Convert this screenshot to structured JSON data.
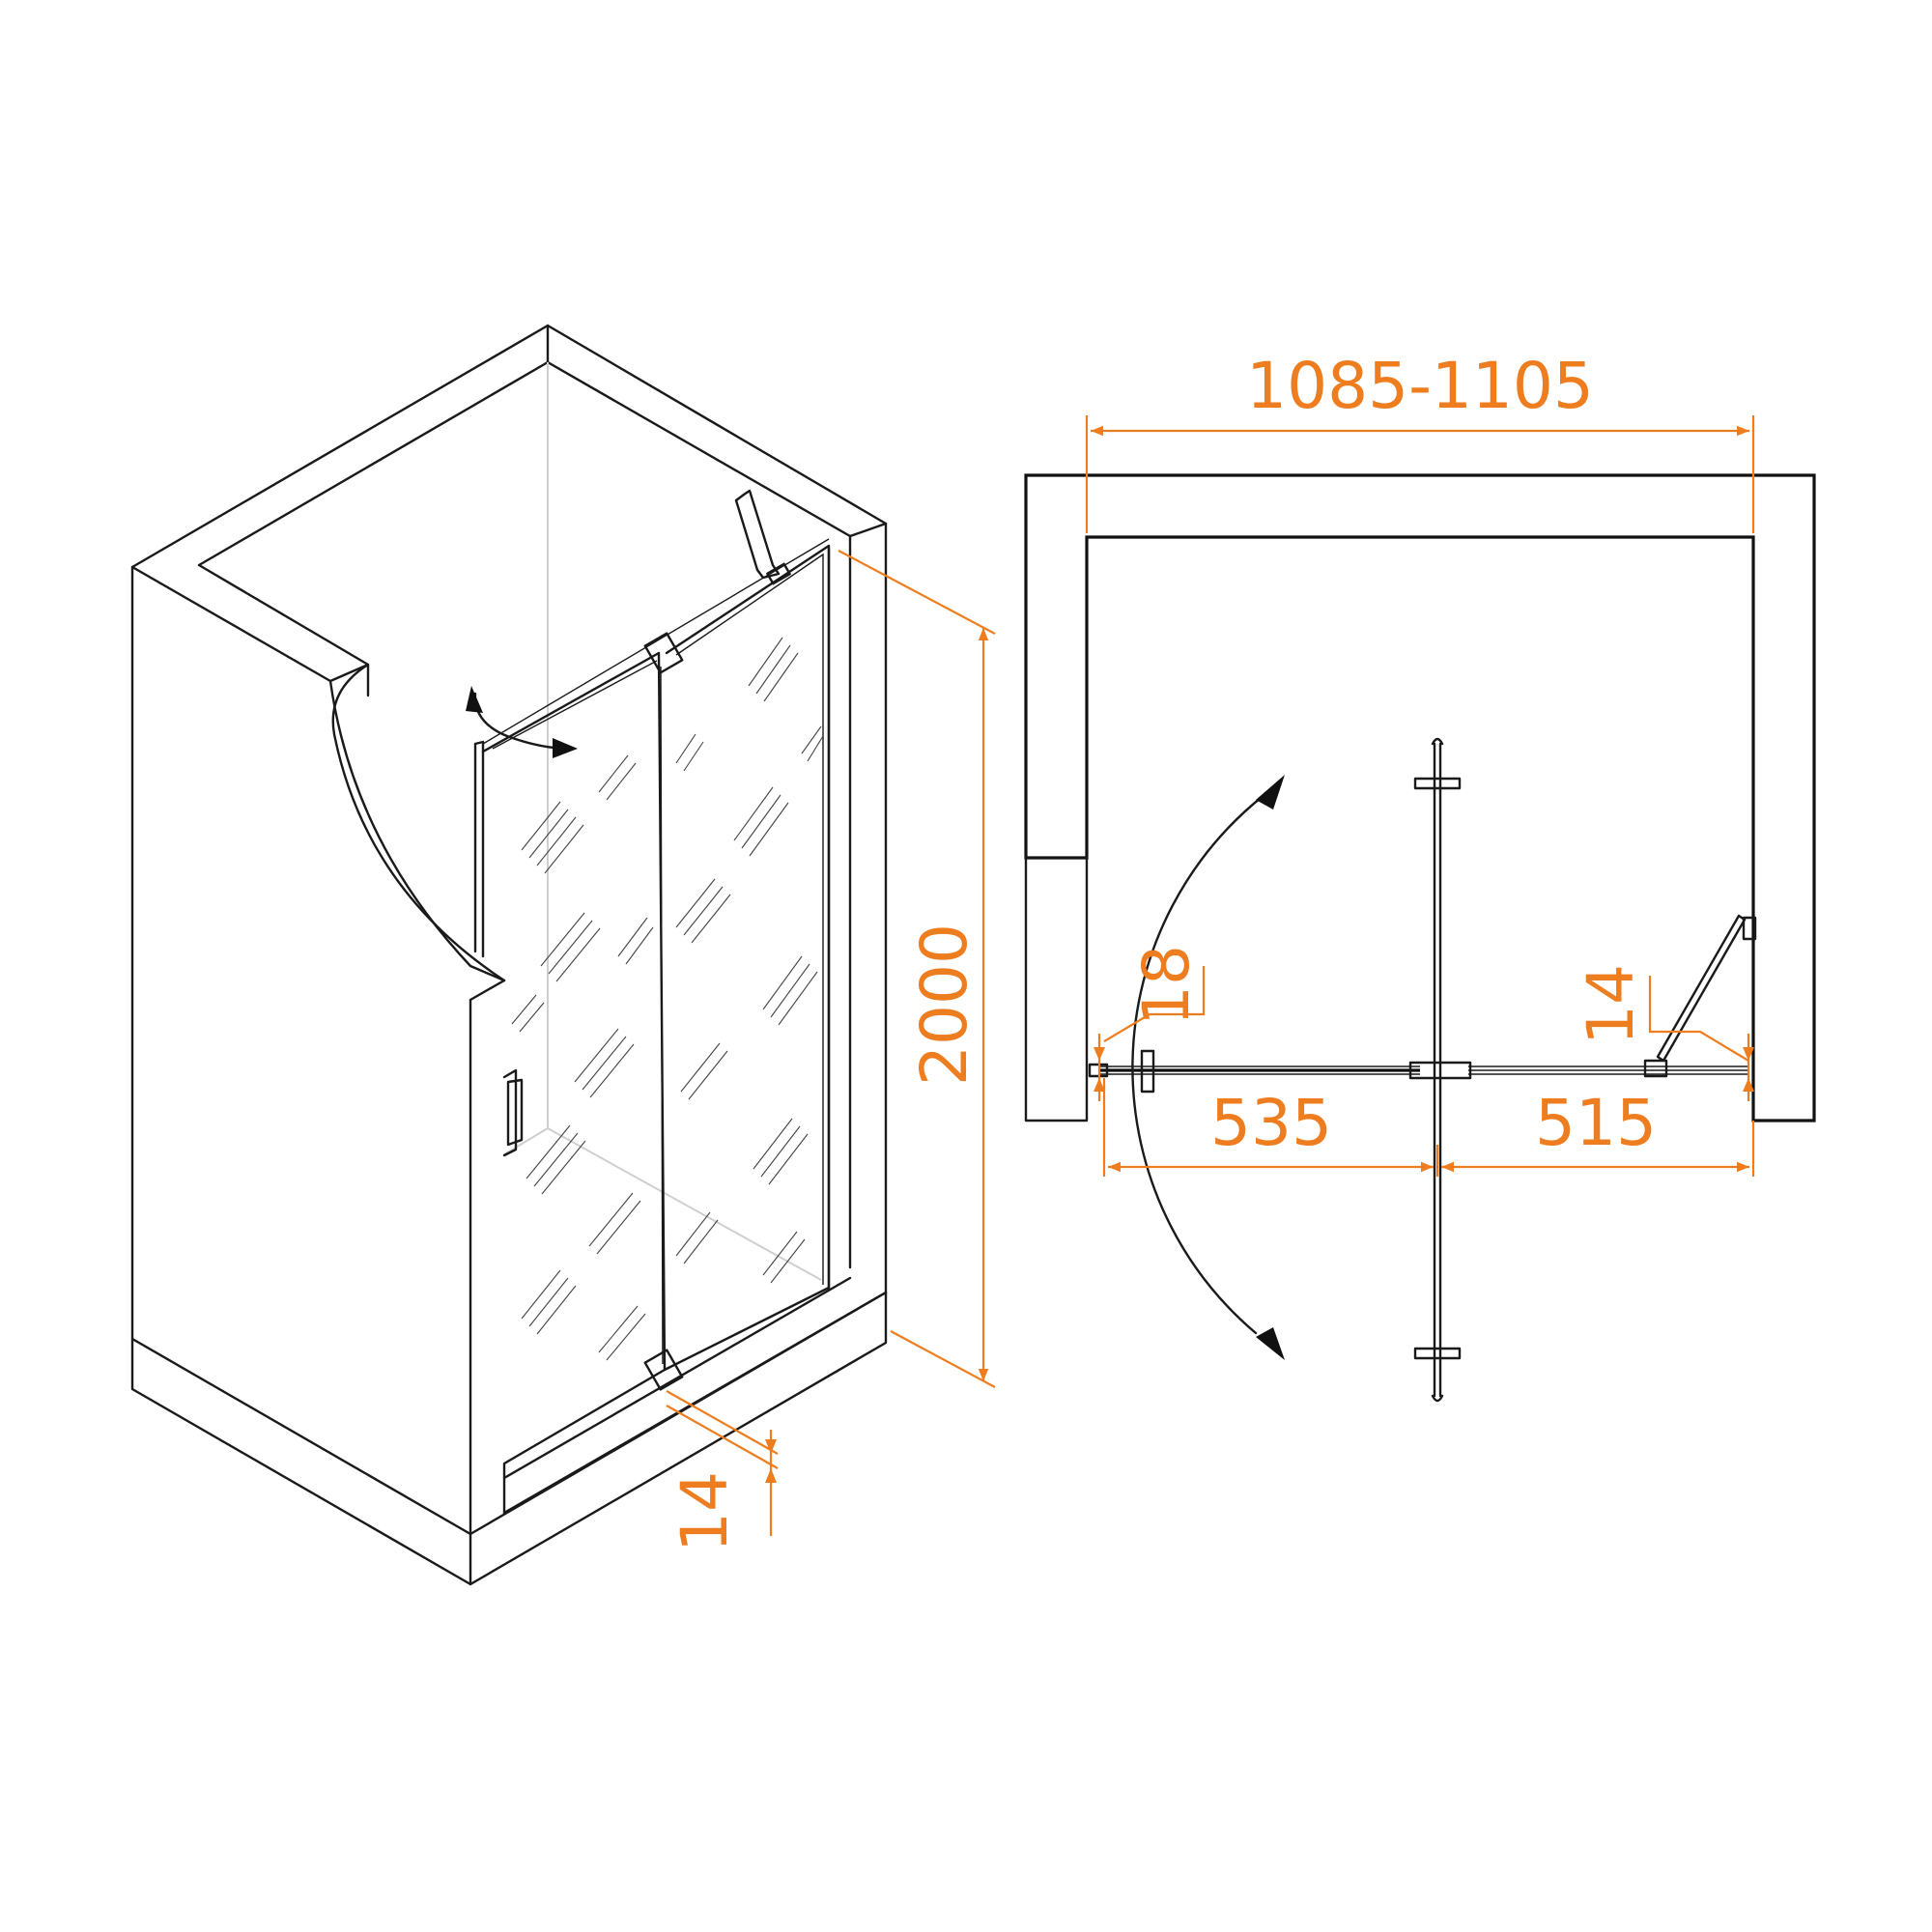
{
  "dimensions": {
    "width_range": "1085-1105",
    "height": "2000",
    "door_width": "535",
    "fixed_panel_width": "515",
    "door_glass_offset": "18",
    "fixed_glass_offset": "14",
    "base_profile": "14"
  },
  "colors": {
    "dimension": "#ee7d1f",
    "outline": "#1a1a1a"
  }
}
